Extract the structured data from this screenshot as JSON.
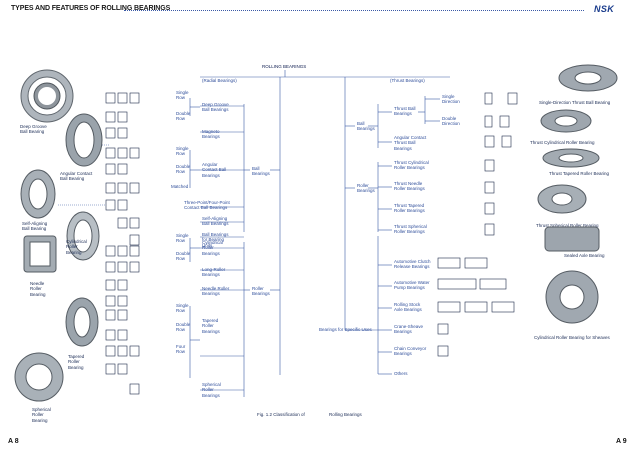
{
  "header": {
    "title": "TYPES AND FEATURES OF ROLLING BEARINGS",
    "brand": "NSK"
  },
  "tree": {
    "root": "ROLLING BEARINGS",
    "radial_group": "(Radial Bearings)",
    "thrust_group": "(Thrust Bearings)",
    "ball": "Ball\nBearings",
    "roller": "Roller\nBearings",
    "radial_ball": {
      "deep_groove": "Deep Groove\nBall Bearings",
      "magneto": "Magneto\nBearings",
      "angular": "Angular\nContact Ball\nBearings",
      "three_four_point": "Three-Point/Four-Point\nContact Ball Bearings",
      "self_aligning": "Self-Aligning\nBall Bearings",
      "bearing_units": "Ball Bearings\nfor Bearing\nUnits"
    },
    "radial_roller": {
      "cylindrical": "Cylindrical\nRoller\nBearings",
      "long_roller": "Long-Roller\nBearings",
      "needle": "Needle Roller\nBearings",
      "tapered": "Tapered\nRoller\nBearings",
      "spherical": "Spherical\nRoller\nBearings"
    },
    "thrust_ball_group": "Ball\nBearings",
    "thrust_roller_group": "Roller\nBearings",
    "thrust_ball": {
      "thrust_ball": "Thrust Ball\nBearings",
      "angular_thrust": "Angular Contact\nThrust Ball\nBearings",
      "single_direction": "Single\nDirection",
      "double_direction": "Double\nDirection"
    },
    "thrust_roller": {
      "cylindrical": "Thrust Cylindrical\nRoller Bearings",
      "needle": "Thrust Needle\nRoller Bearings",
      "tapered": "Thrust Tapered\nRoller Bearings",
      "spherical": "Thrust Spherical\nRoller Bearings"
    },
    "specific_uses": {
      "label": "Bearings for Specific Uses",
      "clutch": "Automotive Clutch\nRelease Bearings",
      "water_pump": "Automotive Water\nPump Bearings",
      "rolling_stock": "Rolling Stock\nAxle Bearings",
      "crane_sheave": "Crane-Sheave\nBearings",
      "chain_conveyor": "Chain Conveyor\nBearings",
      "others": "Others"
    },
    "row_labels": {
      "single": "Single\nRow",
      "double": "Double\nRow",
      "four": "Four\nRow",
      "matched": "Matched"
    }
  },
  "photo_captions": {
    "deep_groove": "Deep Groove\nBall Bearing",
    "angular": "Angular Contact\nBall Bearing",
    "self_aligning": "Self-Aligning\nBall Bearing",
    "cylindrical": "Cylindrical\nRoller\nBearing",
    "needle": "Needle\nRoller\nBearing",
    "tapered": "Tapered\nRoller\nBearing",
    "spherical": "Spherical\nRoller\nBearing",
    "single_thrust": "Single-Direction Thrust Ball Bearing",
    "thrust_cyl": "Thrust Cylindrical Roller Bearing",
    "thrust_tapered": "Thrust Tapered Roller Bearing",
    "thrust_spherical": "Thrust Spherical Roller Bearing",
    "sealed_axle": "Sealed Axle Bearing",
    "sheaves": "Cylindrical Roller Bearing for Sheaves"
  },
  "caption": {
    "fig": "Fig. 1.2 Classification of",
    "rest": "Rolling Bearings"
  },
  "pages": {
    "left": "A 8",
    "right": "A 9"
  },
  "colors": {
    "line": "#3b5aa6",
    "text": "#2f4e9a",
    "brand": "#1a3c8c",
    "steel": "#9aa3ab"
  }
}
